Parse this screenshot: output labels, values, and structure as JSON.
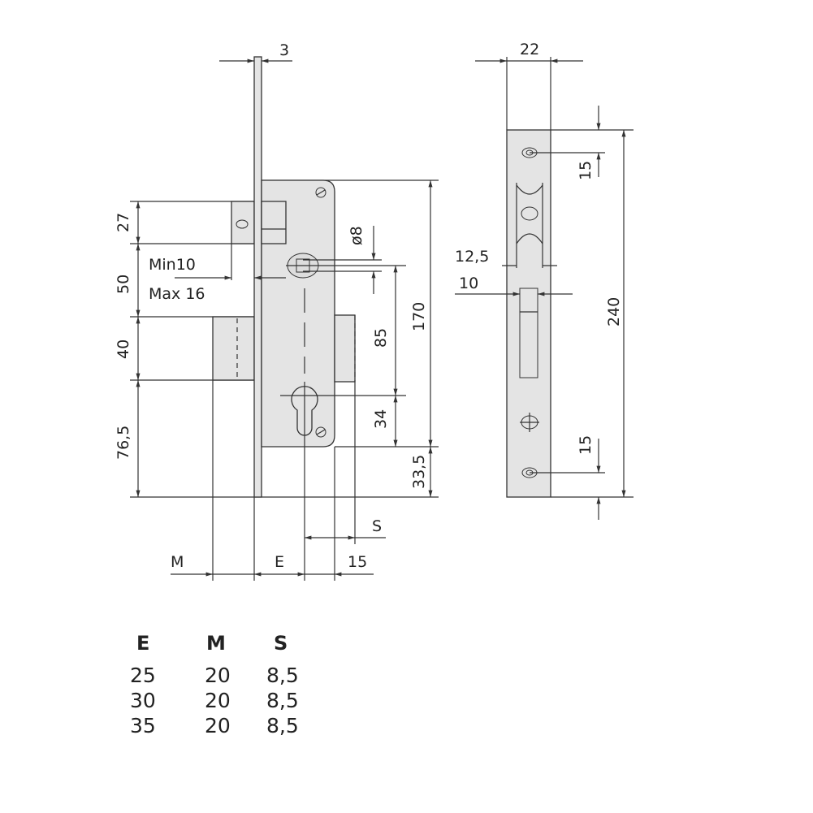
{
  "dimensions": {
    "faceplate_thickness": "3",
    "latch_height": "27",
    "gap": "50",
    "deadbolt_height": "40",
    "bottom": "76,5",
    "min": "Min10",
    "max": "Max 16",
    "spindle": "ø8",
    "center_distance": "85",
    "cylinder": "34",
    "body_height": "170",
    "body_bottom": "33,5",
    "s": "S",
    "m": "M",
    "e": "E",
    "fifteen": "15",
    "strike_width": "22",
    "strike_top_screw": "15",
    "strike_latch_width": "12,5",
    "strike_bolt_width": "10",
    "strike_height": "240",
    "strike_bottom_screw": "15"
  },
  "table": {
    "headers": [
      "E",
      "M",
      "S"
    ],
    "rows": [
      [
        "25",
        "20",
        "8,5"
      ],
      [
        "30",
        "20",
        "8,5"
      ],
      [
        "35",
        "20",
        "8,5"
      ]
    ]
  }
}
